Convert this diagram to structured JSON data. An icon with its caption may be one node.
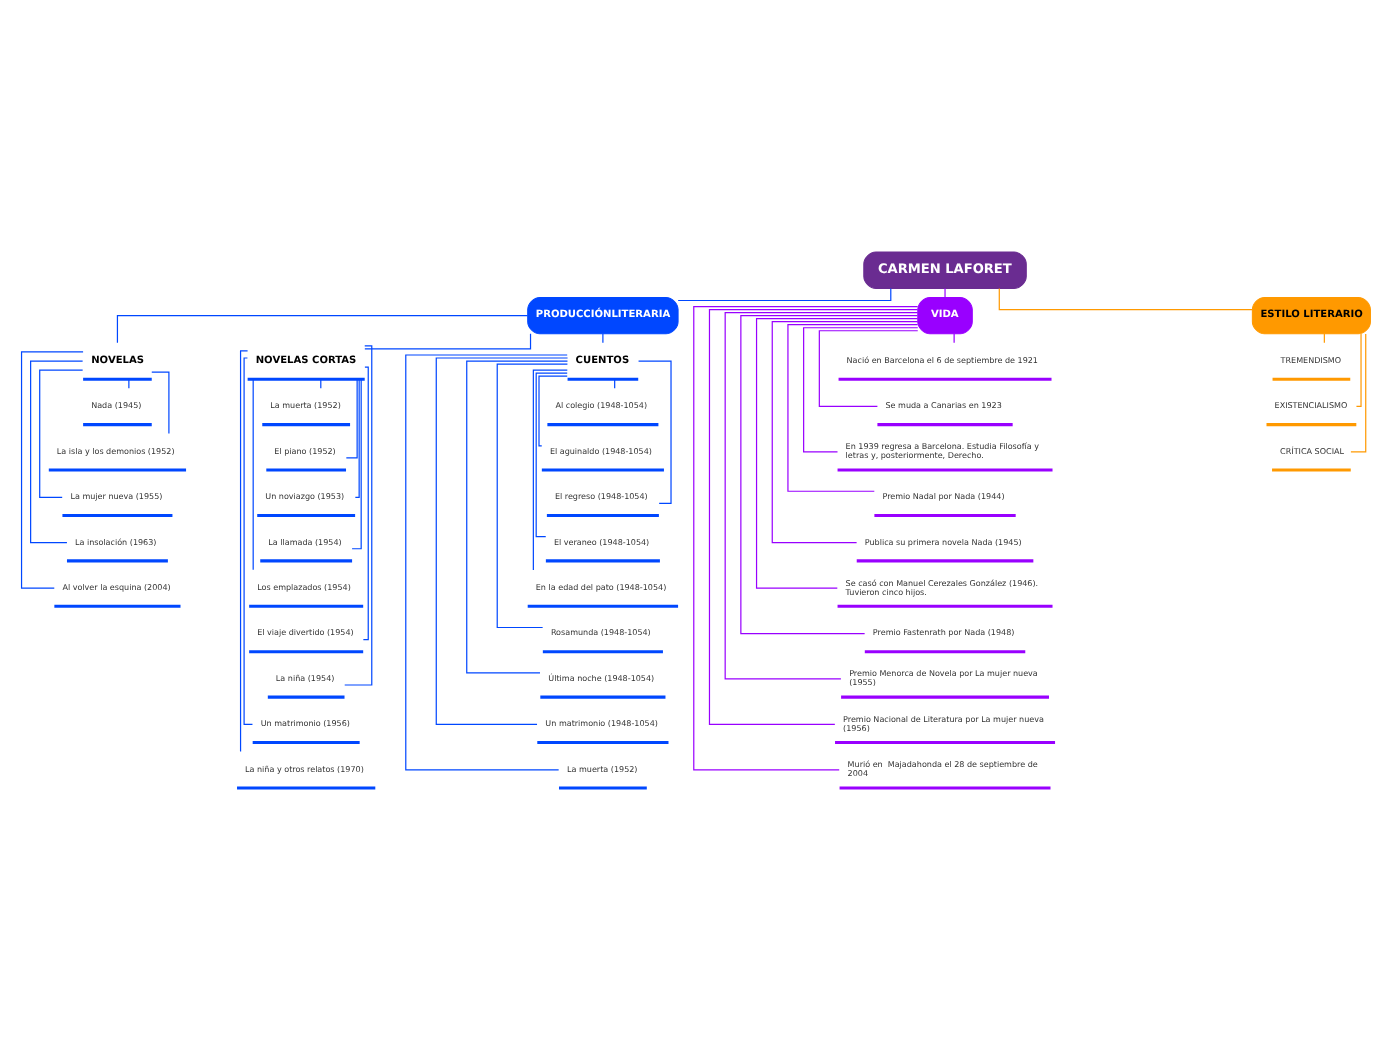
{
  "diagram": {
    "nodes": [
      {
        "text": [
          "CARMEN LAFORET"
        ]
      },
      {
        "text": [
          "PRODUCCIÓNLITERARIA"
        ]
      },
      {
        "text": [
          "VIDA"
        ]
      },
      {
        "text": [
          "ESTILO LITERARIO"
        ]
      },
      {
        "text": [
          "NOVELAS"
        ]
      },
      {
        "text": [
          "NOVELAS CORTAS"
        ]
      },
      {
        "text": [
          "CUENTOS"
        ]
      },
      {
        "text": [
          "Nada (1945)"
        ]
      },
      {
        "text": [
          "La isla y los demonios (1952)"
        ]
      },
      {
        "text": [
          "La mujer nueva (1955)"
        ]
      },
      {
        "text": [
          "La insolación (1963)"
        ]
      },
      {
        "text": [
          "Al volver la esquina (2004)"
        ]
      },
      {
        "text": [
          "La muerta (1952)"
        ]
      },
      {
        "text": [
          "El piano (1952)"
        ]
      },
      {
        "text": [
          "Un noviazgo (1953)"
        ]
      },
      {
        "text": [
          "La llamada (1954)"
        ]
      },
      {
        "text": [
          "Los emplazados (1954)"
        ]
      },
      {
        "text": [
          "El viaje divertido (1954)"
        ]
      },
      {
        "text": [
          "La niña (1954)"
        ]
      },
      {
        "text": [
          "Un matrimonio (1956)"
        ]
      },
      {
        "text": [
          "La niña y otros relatos (1970)"
        ]
      },
      {
        "text": [
          "Al colegio (1948-1054)"
        ]
      },
      {
        "text": [
          "El aguinaldo (1948-1054)"
        ]
      },
      {
        "text": [
          "El regreso (1948-1054)"
        ]
      },
      {
        "text": [
          "El veraneo (1948-1054)"
        ]
      },
      {
        "text": [
          "En la edad del pato (1948-1054)"
        ]
      },
      {
        "text": [
          "Rosamunda (1948-1054)"
        ]
      },
      {
        "text": [
          "Última noche (1948-1054)"
        ]
      },
      {
        "text": [
          "Un matrimonio (1948-1054)"
        ]
      },
      {
        "text": [
          "La muerta (1952)"
        ]
      },
      {
        "text": [
          "Nació en Barcelona el 6 de septiembre de 1921"
        ]
      },
      {
        "text": [
          "Se muda a Canarias en 1923"
        ]
      },
      {
        "text": [
          "En 1939 regresa a Barcelona. Estudia Filosofía y letras y, posteriormente, Derecho."
        ]
      },
      {
        "text": [
          "Premio Nadal por Nada (1944)"
        ]
      },
      {
        "text": [
          "Publica su primera novela Nada (1945)"
        ]
      },
      {
        "text": [
          "Se casó con Manuel Cerezales González (1946). Tuvieron cinco hijos."
        ]
      },
      {
        "text": [
          "Premio Fastenrath por Nada (1948)"
        ]
      },
      {
        "text": [
          "Premio Menorca de Novela por La mujer nueva (1955)"
        ]
      },
      {
        "text": [
          "Premio Nacional de Literatura por La mujer nueva (1956)"
        ]
      },
      {
        "text": [
          "Murió en  Majadahonda el 28 de septiembre de 2004"
        ]
      },
      {
        "text": [
          "TREMENDISMO"
        ]
      },
      {
        "text": [
          "EXISTENCIALISMO"
        ]
      },
      {
        "text": [
          "CRÍTICA SOCIAL"
        ]
      }
    ],
    "edges": [
      {
        "from": 0,
        "to": 1,
        "arrow": "none",
        "color": "#0047ff"
      },
      {
        "from": 0,
        "to": 2,
        "arrow": "none",
        "color": "#9900ff"
      },
      {
        "from": 0,
        "to": 3,
        "arrow": "none",
        "color": "#ff9900"
      },
      {
        "from": 1,
        "to": 4,
        "arrow": "none",
        "color": "#0047ff"
      },
      {
        "from": 1,
        "to": 5,
        "arrow": "none",
        "color": "#0047ff"
      },
      {
        "from": 1,
        "to": 6,
        "arrow": "none",
        "color": "#0047ff"
      },
      {
        "from": 4,
        "to": 7,
        "arrow": "none",
        "color": "#0047ff"
      },
      {
        "from": 4,
        "to": 8,
        "arrow": "none",
        "color": "#0047ff"
      },
      {
        "from": 4,
        "to": 9,
        "arrow": "none",
        "color": "#0047ff"
      },
      {
        "from": 4,
        "to": 10,
        "arrow": "none",
        "color": "#0047ff"
      },
      {
        "from": 4,
        "to": 11,
        "arrow": "none",
        "color": "#0047ff"
      },
      {
        "from": 5,
        "to": 12,
        "arrow": "none",
        "color": "#0047ff"
      },
      {
        "from": 5,
        "to": 13,
        "arrow": "none",
        "color": "#0047ff"
      },
      {
        "from": 5,
        "to": 14,
        "arrow": "none",
        "color": "#0047ff"
      },
      {
        "from": 5,
        "to": 15,
        "arrow": "none",
        "color": "#0047ff"
      },
      {
        "from": 5,
        "to": 16,
        "arrow": "none",
        "color": "#0047ff"
      },
      {
        "from": 5,
        "to": 17,
        "arrow": "none",
        "color": "#0047ff"
      },
      {
        "from": 5,
        "to": 18,
        "arrow": "none",
        "color": "#0047ff"
      },
      {
        "from": 5,
        "to": 19,
        "arrow": "none",
        "color": "#0047ff"
      },
      {
        "from": 5,
        "to": 20,
        "arrow": "none",
        "color": "#0047ff"
      },
      {
        "from": 6,
        "to": 21,
        "arrow": "none",
        "color": "#0047ff"
      },
      {
        "from": 6,
        "to": 22,
        "arrow": "none",
        "color": "#0047ff"
      },
      {
        "from": 6,
        "to": 23,
        "arrow": "none",
        "color": "#0047ff"
      },
      {
        "from": 6,
        "to": 24,
        "arrow": "none",
        "color": "#0047ff"
      },
      {
        "from": 6,
        "to": 25,
        "arrow": "none",
        "color": "#0047ff"
      },
      {
        "from": 6,
        "to": 26,
        "arrow": "none",
        "color": "#0047ff"
      },
      {
        "from": 6,
        "to": 27,
        "arrow": "none",
        "color": "#0047ff"
      },
      {
        "from": 6,
        "to": 28,
        "arrow": "none",
        "color": "#0047ff"
      },
      {
        "from": 6,
        "to": 29,
        "arrow": "none",
        "color": "#0047ff"
      },
      {
        "from": 2,
        "to": 30,
        "arrow": "none",
        "color": "#9900ff"
      },
      {
        "from": 2,
        "to": 31,
        "arrow": "none",
        "color": "#9900ff"
      },
      {
        "from": 2,
        "to": 32,
        "arrow": "none",
        "color": "#9900ff"
      },
      {
        "from": 2,
        "to": 33,
        "arrow": "none",
        "color": "#9900ff"
      },
      {
        "from": 2,
        "to": 34,
        "arrow": "none",
        "color": "#9900ff"
      },
      {
        "from": 2,
        "to": 35,
        "arrow": "none",
        "color": "#9900ff"
      },
      {
        "from": 2,
        "to": 36,
        "arrow": "none",
        "color": "#9900ff"
      },
      {
        "from": 2,
        "to": 37,
        "arrow": "none",
        "color": "#9900ff"
      },
      {
        "from": 2,
        "to": 38,
        "arrow": "none",
        "color": "#9900ff"
      },
      {
        "from": 2,
        "to": 39,
        "arrow": "none",
        "color": "#9900ff"
      },
      {
        "from": 3,
        "to": 40,
        "arrow": "none",
        "color": "#ff9900"
      },
      {
        "from": 3,
        "to": 41,
        "arrow": "none",
        "color": "#ff9900"
      },
      {
        "from": 3,
        "to": 42,
        "arrow": "none",
        "color": "#ff9900"
      }
    ]
  }
}
